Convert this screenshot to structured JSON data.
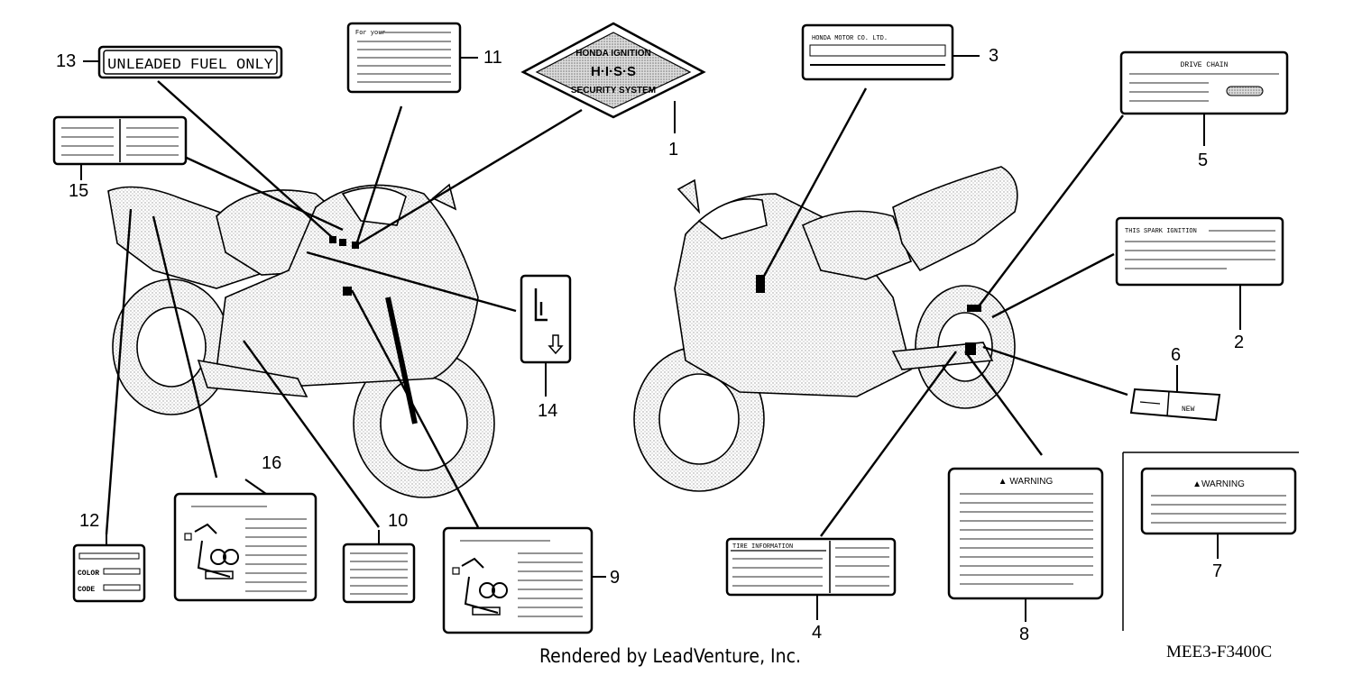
{
  "callouts": {
    "c1": "1",
    "c2": "2",
    "c3": "3",
    "c4": "4",
    "c5": "5",
    "c6": "6",
    "c7": "7",
    "c8": "8",
    "c9": "9",
    "c10": "10",
    "c11": "11",
    "c12": "12",
    "c13": "13",
    "c14": "14",
    "c15": "15",
    "c16": "16"
  },
  "labels": {
    "unleaded": "UNLEADED FUEL ONLY",
    "hiss_top": "HONDA IGNITION",
    "hiss_middle": "H·I·S·S",
    "hiss_bottom": "SECURITY SYSTEM",
    "for_your": "For your",
    "honda_motor": "HONDA MOTOR CO. LTD.",
    "drive_chain": "DRIVE CHAIN",
    "this_spark": "THIS SPARK IGNITION",
    "new": "NEW",
    "warning_8": "▲ WARNING",
    "warning_7": "▲WARNING",
    "tire_info": "TIRE INFORMATION",
    "color": "COLOR",
    "code": "CODE"
  },
  "footer": {
    "rendered_by": "Rendered by LeadVenture, Inc.",
    "diagram_code": "MEE3-F3400C"
  }
}
